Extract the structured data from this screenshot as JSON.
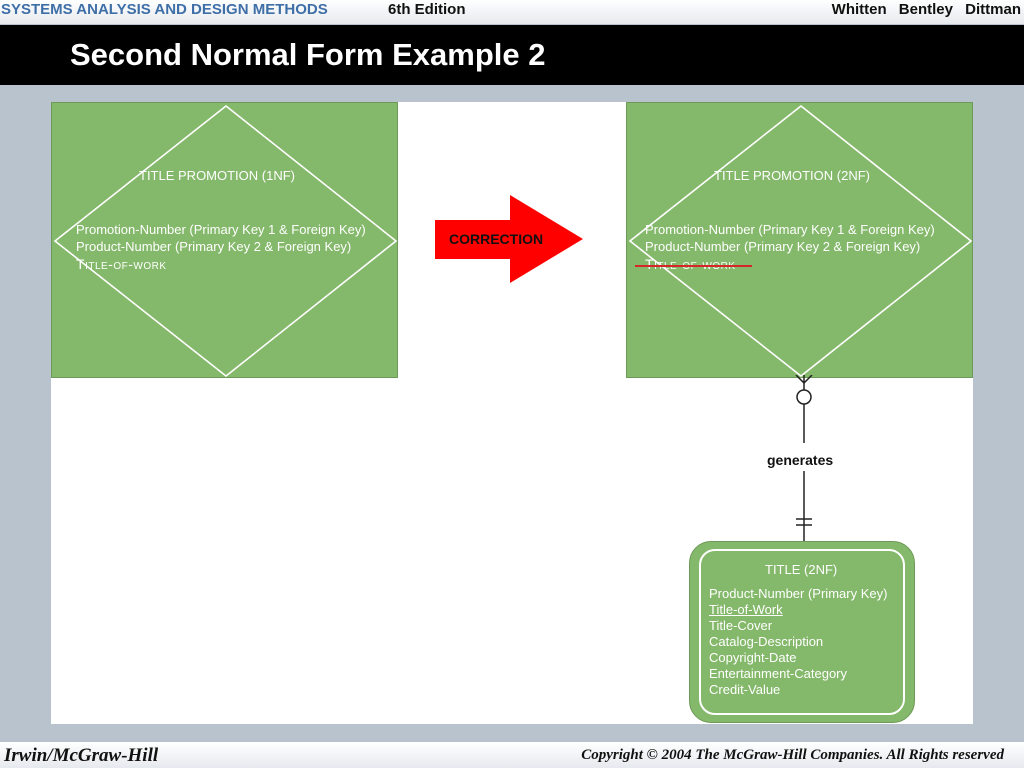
{
  "header": {
    "book_title": "SYSTEMS ANALYSIS AND DESIGN METHODS",
    "edition": "6th Edition",
    "authors": "Whitten Bentley Dittman"
  },
  "slide": {
    "title": "Second Normal Form Example 2"
  },
  "diagram": {
    "left_entity": {
      "title": "TITLE PROMOTION (1NF)",
      "attributes": [
        "Promotion-Number (Primary Key 1 & Foreign Key)",
        "Product-Number (Primary Key 2 & Foreign Key)",
        "Title-of-Work"
      ]
    },
    "arrow": {
      "label": "CORRECTION",
      "color": "#ff0000"
    },
    "right_entity": {
      "title": "TITLE PROMOTION (2NF)",
      "attributes": [
        "Promotion-Number (Primary Key 1 & Foreign Key)",
        "Product-Number (Primary Key 2 & Foreign Key)",
        "Title-of-Work"
      ]
    },
    "relationship": {
      "label": "generates"
    },
    "title_entity": {
      "title": "TITLE (2NF)",
      "attributes": [
        "Product-Number (Primary Key)",
        "Title-of-Work",
        "Title-Cover",
        "Catalog-Description",
        "Copyright-Date",
        "Entertainment-Category",
        "Credit-Value"
      ]
    },
    "colors": {
      "entity_fill": "#84b86a",
      "strike": "#d7262a"
    }
  },
  "footer": {
    "publisher": "Irwin/McGraw-Hill",
    "copyright": "Copyright © 2004 The McGraw-Hill Companies. All Rights reserved"
  }
}
